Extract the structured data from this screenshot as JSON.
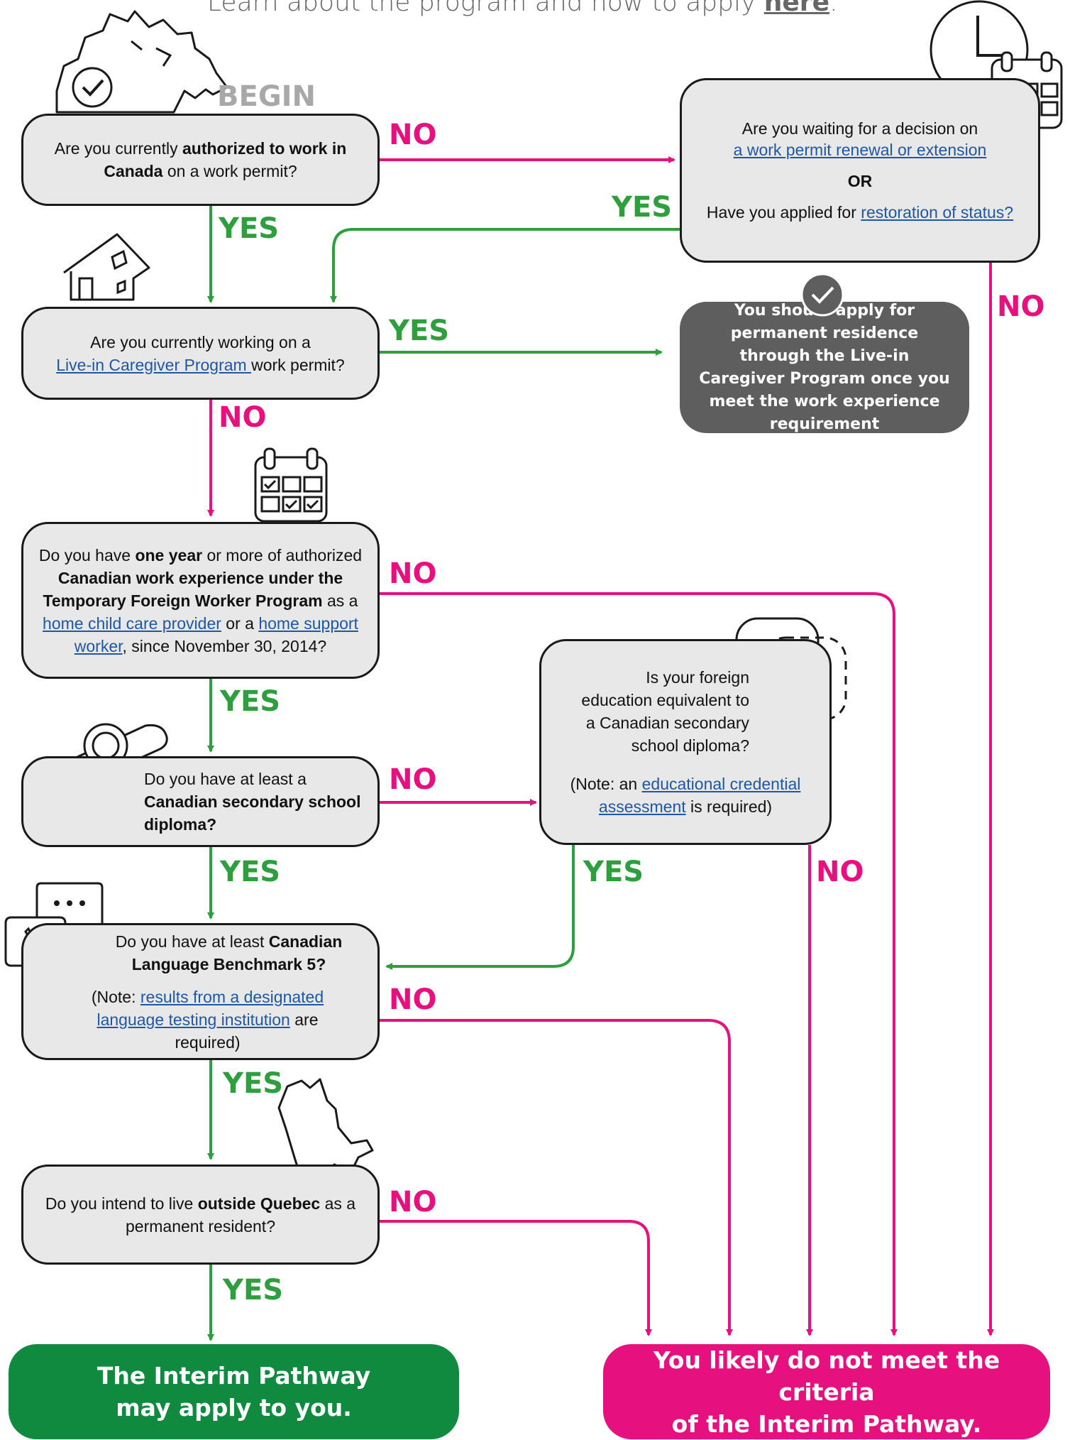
{
  "header": {
    "text": "Learn about the program and how to apply ",
    "link": "here"
  },
  "begin_label": "BEGIN",
  "labels": {
    "yes": "YES",
    "no": "NO"
  },
  "q1": {
    "t1": "Are you currently ",
    "b1": "authorized to work in Canada",
    "t2": " on a work permit?"
  },
  "q_waiting": {
    "line1": "Are you waiting for a decision on",
    "link1": "a work permit renewal or extension",
    "or": "OR",
    "t2": "Have you applied for ",
    "link2": "restoration of status?"
  },
  "q2": {
    "t1": "Are you currently working on a",
    "link": "Live-in Caregiver Program ",
    "t2": "work permit?"
  },
  "lcp_result": "You should apply for permanent residence through the Live-in Caregiver Program once you meet the work experience requirement",
  "q3": {
    "t1": "Do you have ",
    "b1": "one year",
    "t2": " or more of authorized ",
    "b2": "Canadian work experience under the Temporary Foreign Worker Program",
    "t3": " as a ",
    "link1": "home child care provider",
    "t4": " or a ",
    "link2": "home support worker",
    "t5": ", since November 30, 2014?"
  },
  "q4": {
    "t1": "Do you have at least a",
    "b1": "Canadian secondary school diploma?"
  },
  "q_foreign": {
    "t1": "Is your foreign education equivalent to a Canadian secondary school diploma?",
    "note1": "(Note: an ",
    "link": "educational credential assessment",
    "note2": " is required)"
  },
  "q5": {
    "t1": "Do you have at least ",
    "b1": "Canadian Language Benchmark 5?",
    "note1": "(Note: ",
    "link": "results from a designated language testing institution",
    "note2": " are required)"
  },
  "q6": {
    "t1": "Do you intend to live ",
    "b1": "outside Quebec",
    "t2": " as a permanent resident?"
  },
  "result_yes": {
    "line1": "The Interim Pathway",
    "line2": "may apply to you."
  },
  "result_no": {
    "line1": "You likely do not meet the criteria",
    "line2": "of the Interim Pathway."
  },
  "colors": {
    "yes": "#2e9e3f",
    "no": "#e6117e",
    "box": "#e8e8e8",
    "link": "#1f57a5",
    "dark_box": "#5e5e5e",
    "result_yes": "#108a3e",
    "result_no": "#e6117e"
  }
}
